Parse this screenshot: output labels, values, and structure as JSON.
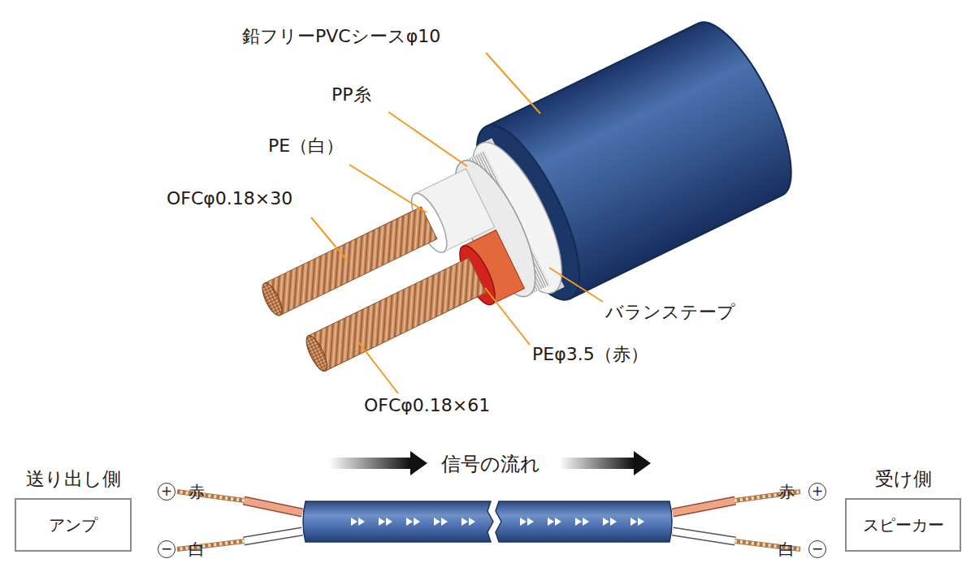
{
  "diagram": {
    "nodes": [
      {
        "text": [
          "送り出し側",
          "アンプ"
        ]
      },
      {
        "text": [
          "受け側",
          "スピーカー"
        ]
      }
    ],
    "labels": [
      "鉛フリーPVCシースφ10",
      "PP糸",
      "PE（白）",
      "OFCφ0.18×30",
      "バランステープ",
      "PEφ3.5（赤）",
      "OFCφ0.18×61",
      "信号の流れ",
      "+",
      "赤",
      "赤",
      "+",
      "−",
      "白",
      "白",
      "−"
    ]
  }
}
